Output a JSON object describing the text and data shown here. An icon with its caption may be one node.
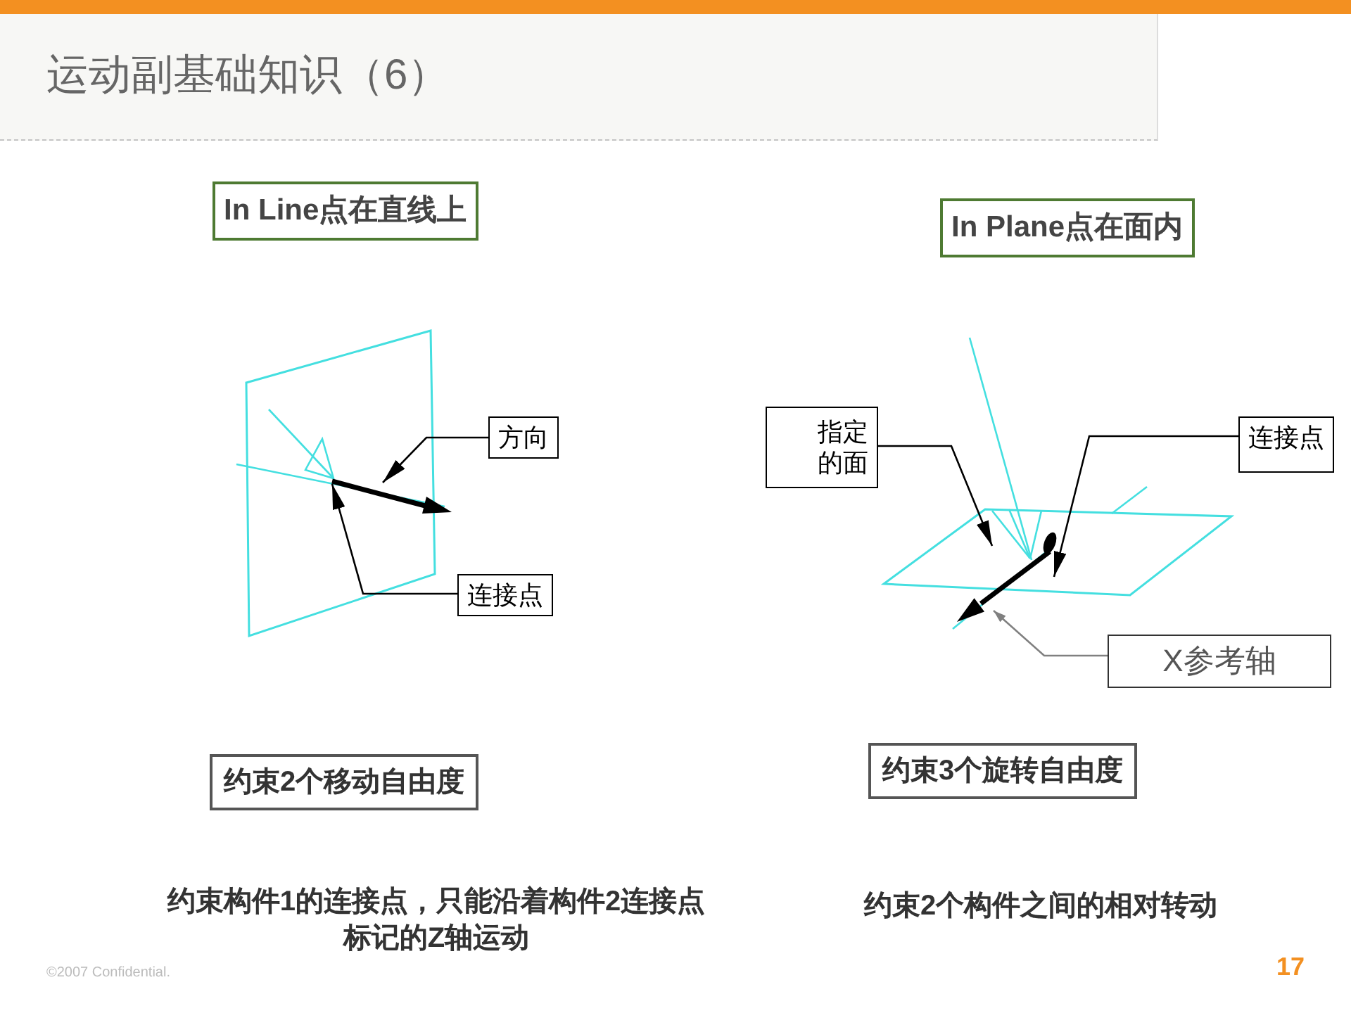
{
  "diagram": {
    "title": "运动副基础知识（6）",
    "nodes": [
      {
        "text": [
          "In Line点在直线上"
        ]
      },
      {
        "text": [
          "方向"
        ]
      },
      {
        "text": [
          "连接点"
        ]
      },
      {
        "text": [
          "约束2个移动自由度"
        ]
      },
      {
        "text": [
          "In Plane点在面内"
        ]
      },
      {
        "text": [
          "指定的面"
        ]
      },
      {
        "text": [
          "连接点"
        ]
      },
      {
        "text": [
          "X参考轴"
        ]
      },
      {
        "text": [
          "约束3个旋转自由度"
        ]
      }
    ],
    "edges": [
      {
        "from": 1,
        "to": null,
        "arrow": "to"
      },
      {
        "from": 2,
        "to": null,
        "arrow": "to"
      },
      {
        "from": 5,
        "to": null,
        "arrow": "to"
      },
      {
        "from": 6,
        "to": null,
        "arrow": "to"
      },
      {
        "from": 7,
        "to": null,
        "arrow": "to",
        "color": "#808080"
      }
    ],
    "labels": [
      "约束构件1的连接点，只能沿着构件2连接点标记的Z轴运动",
      "约束2个构件之间的相对转动",
      "©2007 Confidential.",
      "17"
    ]
  }
}
